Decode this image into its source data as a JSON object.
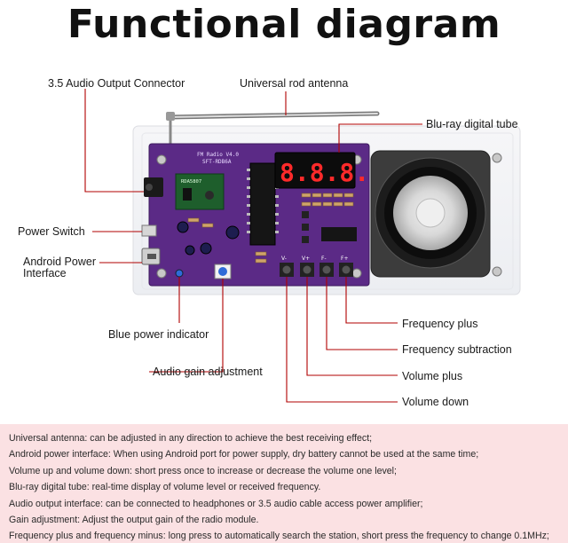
{
  "title": "Functional diagram",
  "labels": {
    "audio_output": "3.5 Audio Output Connector",
    "antenna": "Universal rod antenna",
    "bluray_tube": "Blu-ray digital tube",
    "power_switch": "Power Switch",
    "android_power_1": "Android Power",
    "android_power_2": "Interface",
    "blue_indicator": "Blue power indicator",
    "audio_gain": "Audio gain adjustment",
    "freq_plus": "Frequency plus",
    "freq_sub": "Frequency subtraction",
    "vol_plus": "Volume plus",
    "vol_down": "Volume down"
  },
  "board": {
    "version": "FM Radio V4.0",
    "model": "SFT-RDB6A",
    "display": "8.8.8.8",
    "chip": "RDA5807",
    "button_labels": [
      "V-",
      "V+",
      "F-",
      "F+"
    ]
  },
  "colors": {
    "pcb": "#5b2a86",
    "leader_line": "#b00000",
    "info_bg": "#fbe1e3",
    "led_digit": "#ff2a2a"
  },
  "info_lines": [
    "Universal antenna: can be adjusted in any direction to achieve the best receiving effect;",
    "Android power interface: When using Android port for power supply, dry battery cannot be used at the same time;",
    "Volume up and volume down: short press once to increase or decrease the volume one level;",
    "Blu-ray digital tube: real-time display of volume level or received frequency.",
    "Audio output interface: can be connected to headphones or 3.5 audio cable access power amplifier;",
    "Gain adjustment: Adjust the output gain of the radio module.",
    "Frequency plus and frequency minus: long press to automatically search the station, short press the frequency to change 0.1MHz;"
  ]
}
